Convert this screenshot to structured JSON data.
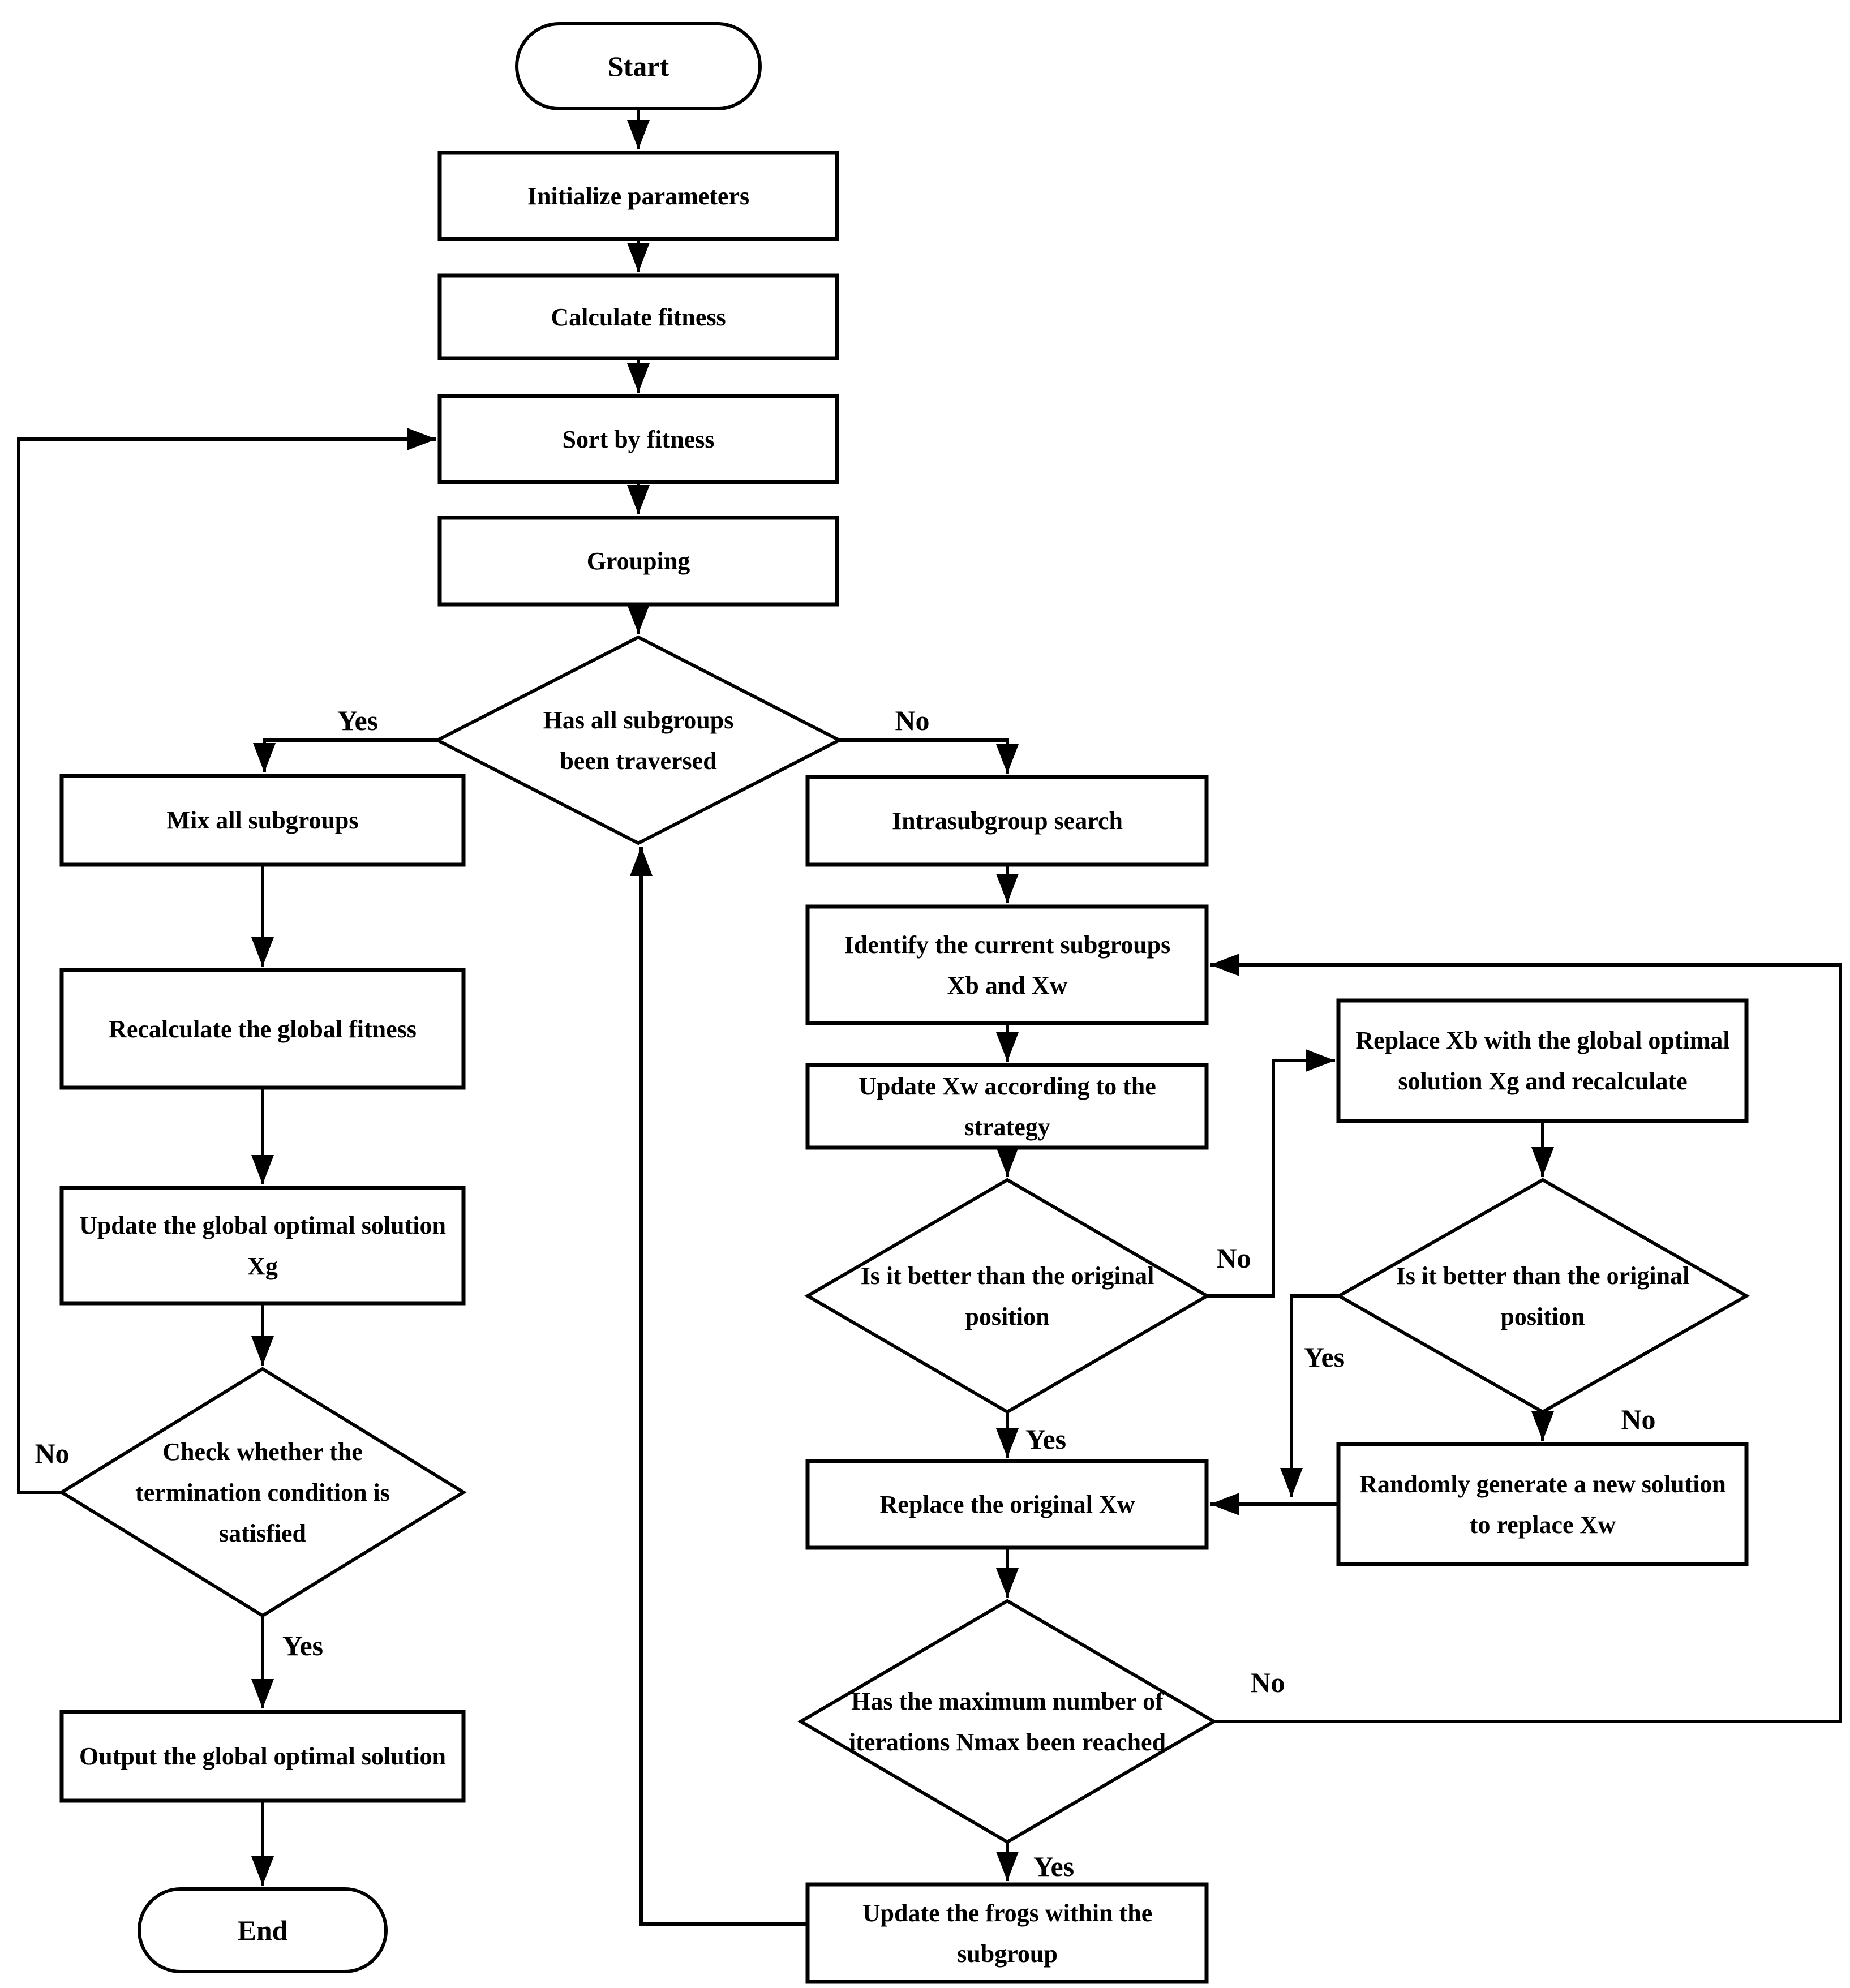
{
  "diagram_type": "flowchart",
  "colors": {
    "line": "#000000",
    "shape_fill": "#ffffff",
    "text": "#000000",
    "background": "#ffffff"
  },
  "nodes": {
    "start": {
      "label": "Start"
    },
    "initialize": {
      "lines": [
        "Initialize parameters"
      ]
    },
    "calculate": {
      "lines": [
        "Calculate fitness"
      ]
    },
    "sort": {
      "lines": [
        "Sort by fitness"
      ]
    },
    "grouping": {
      "lines": [
        "Grouping"
      ]
    },
    "traversed": {
      "lines": [
        "Has all subgroups",
        "been traversed"
      ]
    },
    "mix": {
      "lines": [
        "Mix all subgroups"
      ]
    },
    "intrasubgroup": {
      "lines": [
        "Intrasubgroup search"
      ]
    },
    "recalculate": {
      "lines": [
        "Recalculate the global fitness"
      ]
    },
    "identify": {
      "lines": [
        "Identify the current subgroups",
        "Xb and Xw"
      ]
    },
    "replace_xb": {
      "lines": [
        "Replace Xb with the global optimal",
        "solution Xg and recalculate"
      ]
    },
    "update_xw": {
      "lines": [
        "Update Xw according to the",
        "strategy"
      ]
    },
    "update_global": {
      "lines": [
        "Update the global optimal solution",
        "Xg"
      ]
    },
    "better1": {
      "lines": [
        "Is it better than the original",
        "position"
      ]
    },
    "better2": {
      "lines": [
        "Is it better than the original",
        "position"
      ]
    },
    "termination": {
      "lines": [
        "Check whether the",
        "termination condition is",
        "satisfied"
      ]
    },
    "random": {
      "lines": [
        "Randomly generate a new solution",
        "to replace Xw"
      ]
    },
    "replace_xw": {
      "lines": [
        "Replace the original Xw"
      ]
    },
    "nmax": {
      "lines": [
        "Has the maximum number of",
        "iterations Nmax been reached"
      ]
    },
    "output": {
      "lines": [
        "Output the global optimal solution"
      ]
    },
    "update_frogs": {
      "lines": [
        "Update the frogs within the",
        "subgroup"
      ]
    },
    "end": {
      "label": "End"
    }
  },
  "edge_labels": {
    "traversed_yes": "Yes",
    "traversed_no": "No",
    "better1_no": "No",
    "better1_yes": "Yes",
    "better2_yes": "Yes",
    "better2_no": "No",
    "termination_no": "No",
    "termination_yes": "Yes",
    "nmax_no": "No",
    "nmax_yes": "Yes"
  }
}
